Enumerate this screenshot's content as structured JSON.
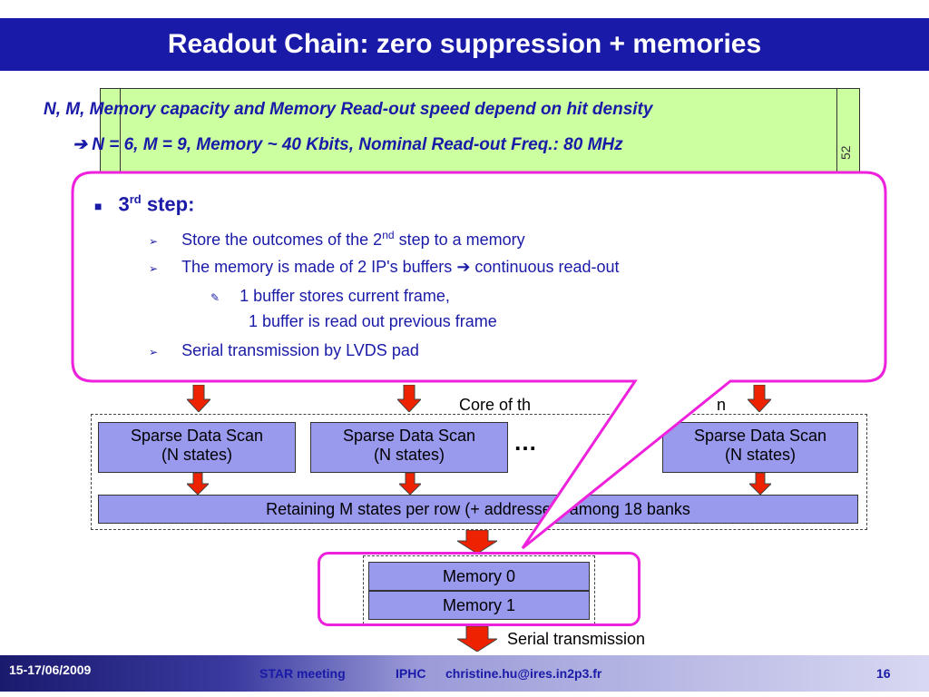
{
  "title": "Readout Chain: zero suppression + memories",
  "intro": {
    "line1": "N, M, Memory capacity and Memory Read-out speed depend on hit density",
    "line2_arrow": "➔",
    "line2": "N = 6, M = 9, Memory ~ 40 Kbits, Nominal Read-out Freq.: 80 MHz"
  },
  "side_label": "52",
  "callout": {
    "step_bullet": "■",
    "step_num": "3",
    "step_sup": "rd",
    "step_text": "step:",
    "sub_bullet": "➢",
    "item1_a": "Store the outcomes of the 2",
    "item1_sup": "nd",
    "item1_b": "step to a memory",
    "item2_a": "The memory is made of 2 IP's buffers",
    "item2_arrow": "➔",
    "item2_b": "continuous read-out",
    "subsub_bullet": "✎",
    "item3_line1": "1 buffer stores current frame,",
    "item3_line2": "1 buffer is read out previous frame",
    "item4": "Serial transmission by LVDS pad"
  },
  "diagram": {
    "core_label": "Core of th",
    "core_label_end": "n",
    "sds": [
      {
        "line1": "Sparse Data Scan",
        "line2": "(N states)"
      },
      {
        "line1": "Sparse Data Scan",
        "line2": "(N states)"
      },
      {
        "line1": "Sparse Data Scan",
        "line2": "(N states)"
      }
    ],
    "ellipsis": "…",
    "retain": "Retaining M states per row (+ addresses) among 18 banks",
    "memory0": "Memory 0",
    "memory1": "Memory 1",
    "serial": "Serial transmission"
  },
  "footer": {
    "date": "15-17/06/2009",
    "meeting": "STAR meeting",
    "org": "IPHC",
    "email": "christine.hu@ires.in2p3.fr",
    "page": "16"
  },
  "colors": {
    "title_bg": "#1a1aa8",
    "callout_border": "#ee22dd",
    "arrow_fill": "#ee2200",
    "box_fill": "#9999ee"
  }
}
